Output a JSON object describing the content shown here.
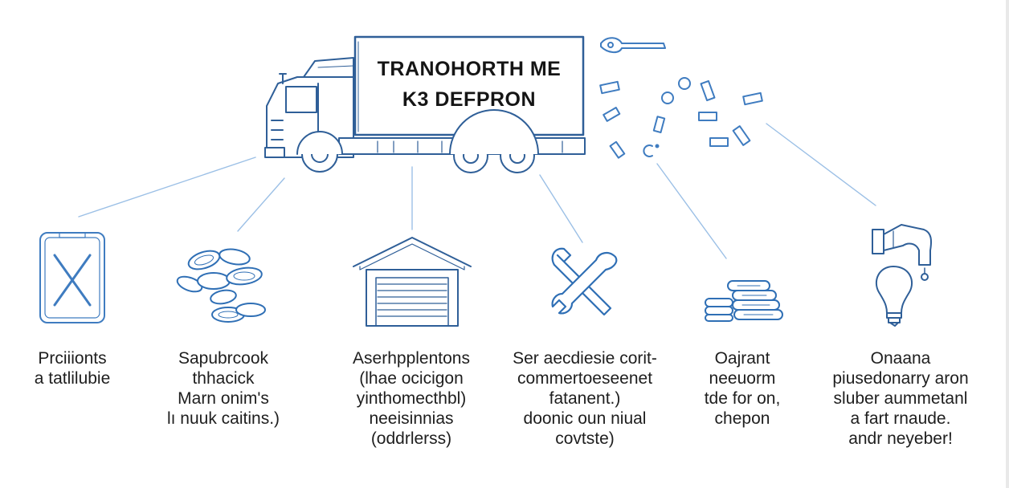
{
  "truck": {
    "sign_line_1": "TRANOHORTH ME",
    "sign_line_2": "K3 DEFPRON"
  },
  "colors": {
    "ink": "#3f7cc0",
    "dark_ink": "#2f5f98",
    "text": "#1e1e1e",
    "connector": "#9cc0e6"
  },
  "items": [
    {
      "icon": "fuel-can-icon",
      "caption": [
        "Prciiionts",
        "a tatlilubie"
      ]
    },
    {
      "icon": "coin-pile-icon",
      "caption": [
        "Sapubrcook",
        "thhacick",
        "Marn onim's",
        "lı nuuk caitins.)"
      ]
    },
    {
      "icon": "garage-icon",
      "caption": [
        "Aserhpplentons",
        "(lhae ocicigon",
        "yinthomecthbl)",
        "neeisinnias",
        "(oddrlerss)"
      ]
    },
    {
      "icon": "wrench-screwdriver-icon",
      "caption": [
        "Ser aecdiesie corit-",
        "commertoeseenet",
        "fatanent.)",
        "doonic oun niual",
        "covtste)"
      ]
    },
    {
      "icon": "coin-stack-icon",
      "caption": [
        "Oajrant",
        "neeuorm",
        "tde for on,",
        "chepon"
      ]
    },
    {
      "icon": "faucet-lightbulb-icon",
      "caption": [
        "Onaana",
        "piusedonarry aron",
        "sluber aummetanl",
        "a  fart rnaude.",
        "andr neyeber!"
      ]
    }
  ]
}
